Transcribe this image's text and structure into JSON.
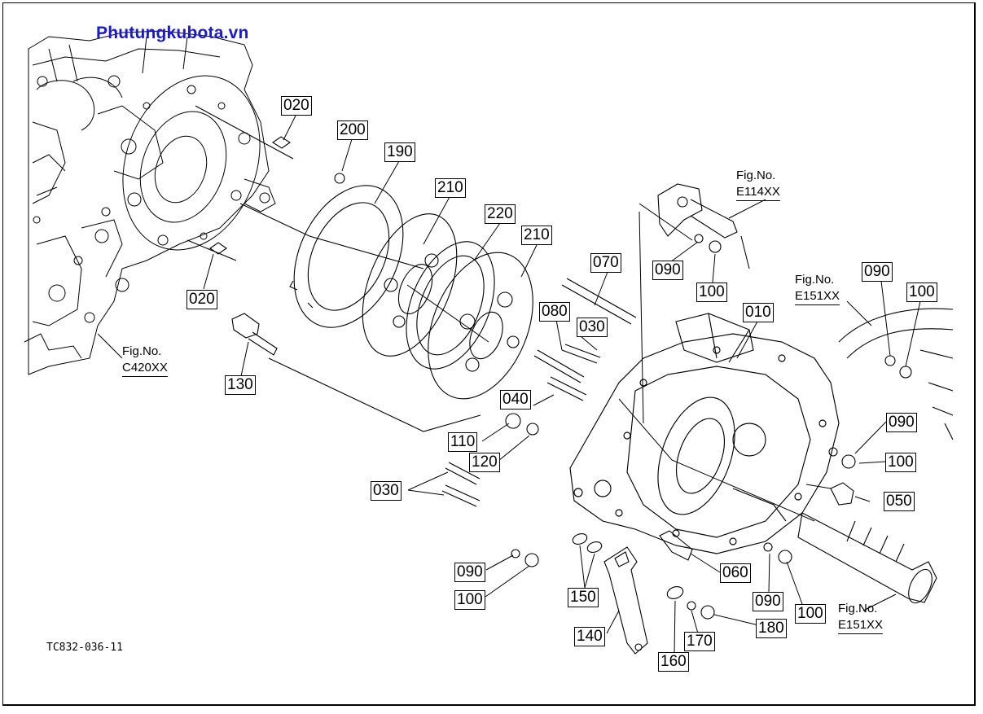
{
  "brand": "Phutungkubota.vn",
  "drawing_code": "TC832-036-11",
  "callouts": [
    {
      "id": "020a",
      "label": "020"
    },
    {
      "id": "020b",
      "label": "020"
    },
    {
      "id": "200",
      "label": "200"
    },
    {
      "id": "190",
      "label": "190"
    },
    {
      "id": "210a",
      "label": "210"
    },
    {
      "id": "220",
      "label": "220"
    },
    {
      "id": "210b",
      "label": "210"
    },
    {
      "id": "070",
      "label": "070"
    },
    {
      "id": "090a",
      "label": "090"
    },
    {
      "id": "100a",
      "label": "100"
    },
    {
      "id": "090b",
      "label": "090"
    },
    {
      "id": "100b",
      "label": "100"
    },
    {
      "id": "010",
      "label": "010"
    },
    {
      "id": "080",
      "label": "080"
    },
    {
      "id": "030a",
      "label": "030"
    },
    {
      "id": "130",
      "label": "130"
    },
    {
      "id": "040",
      "label": "040"
    },
    {
      "id": "110",
      "label": "110"
    },
    {
      "id": "120",
      "label": "120"
    },
    {
      "id": "030b",
      "label": "030"
    },
    {
      "id": "090c",
      "label": "090"
    },
    {
      "id": "100c",
      "label": "100"
    },
    {
      "id": "050",
      "label": "050"
    },
    {
      "id": "060",
      "label": "060"
    },
    {
      "id": "090d",
      "label": "090"
    },
    {
      "id": "100d",
      "label": "100"
    },
    {
      "id": "090e",
      "label": "090"
    },
    {
      "id": "100e",
      "label": "100"
    },
    {
      "id": "150",
      "label": "150"
    },
    {
      "id": "140",
      "label": "140"
    },
    {
      "id": "160",
      "label": "160"
    },
    {
      "id": "170",
      "label": "170"
    },
    {
      "id": "180",
      "label": "180"
    }
  ],
  "figure_refs": [
    {
      "id": "c420",
      "title": "Fig.No.",
      "code": "C420XX"
    },
    {
      "id": "e114",
      "title": "Fig.No.",
      "code": "E114XX"
    },
    {
      "id": "e151a",
      "title": "Fig.No.",
      "code": "E151XX"
    },
    {
      "id": "e151b",
      "title": "Fig.No.",
      "code": "E151XX"
    }
  ]
}
